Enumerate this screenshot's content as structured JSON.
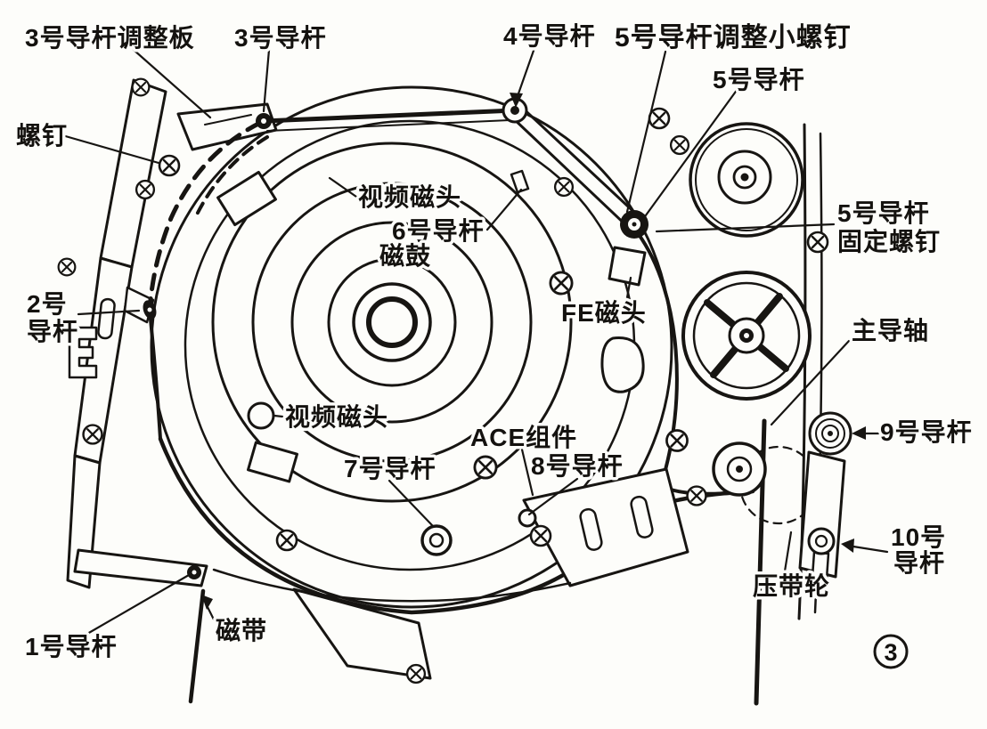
{
  "figure_number": "3",
  "labels": {
    "guide3_adjust_plate": "3号导杆调整板",
    "guide3": "3号导杆",
    "guide4": "4号导杆",
    "guide5_adjust_screw": "5号导杆调整小螺钉",
    "guide5": "5号导杆",
    "screw": "螺钉",
    "video_head_upper": "视频磁头",
    "guide6": "6号导杆",
    "drum": "磁鼓",
    "guide5_fixing_line1": "5号导杆",
    "guide5_fixing_line2": "固定螺钉",
    "fe_head": "FE磁头",
    "capstan": "主导轴",
    "guide2_line1": "2号",
    "guide2_line2": "导杆",
    "video_head_lower": "视频磁头",
    "ace_unit": "ACE组件",
    "guide7": "7号导杆",
    "guide8": "8号导杆",
    "guide9": "9号导杆",
    "guide10_line1": "10号",
    "guide10_line2": "导杆",
    "pinch_roller": "压带轮",
    "tape": "磁带",
    "guide1": "1号导杆"
  }
}
